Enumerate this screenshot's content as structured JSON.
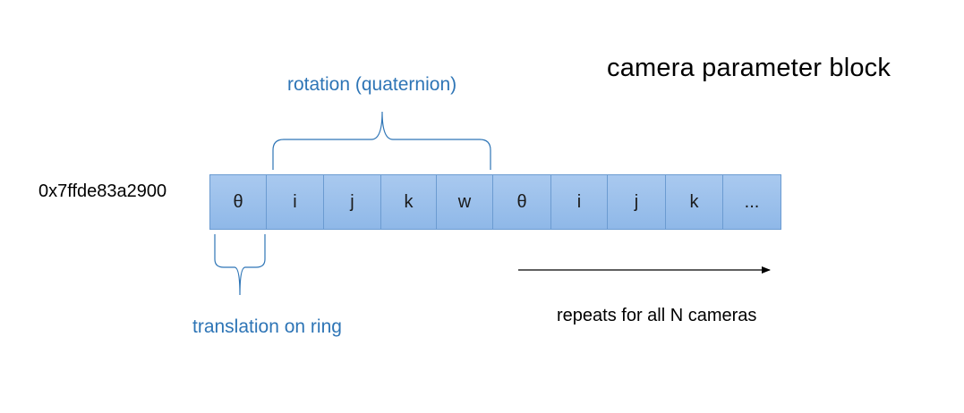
{
  "title": "camera parameter block",
  "address": "0x7ffde83a2900",
  "rotation_label": "rotation (quaternion)",
  "translation_label": "translation on ring",
  "repeat_label": "repeats for all N cameras",
  "cells": [
    "θ",
    "i",
    "j",
    "k",
    "w",
    "θ",
    "i",
    "j",
    "k",
    "..."
  ],
  "colors": {
    "cell_fill": "#9dc3e6",
    "cell_border": "#6b9bd1",
    "brace": "#2e75b6",
    "label_blue": "#2e75b6"
  }
}
